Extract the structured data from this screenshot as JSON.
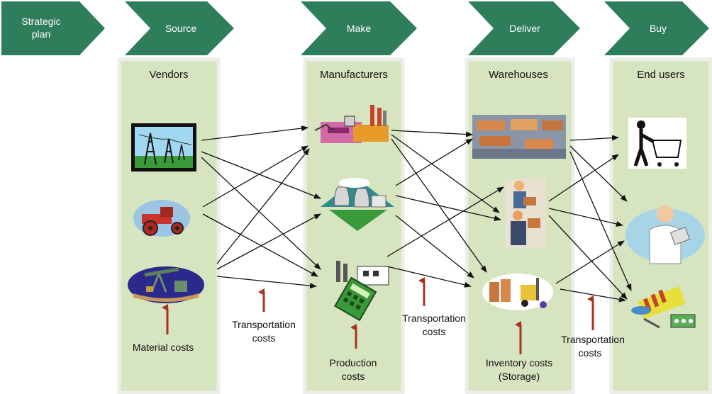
{
  "colors": {
    "chevron_fill": "#2e7d5b",
    "column_fill": "#d6e5c0",
    "column_border": "#e8ece4",
    "arrow": "#111111",
    "cost_arrow": "#a83220"
  },
  "stages": [
    {
      "label_lines": [
        "Strategic",
        "plan"
      ]
    },
    {
      "label_lines": [
        "Source"
      ]
    },
    {
      "label_lines": [
        "Make"
      ]
    },
    {
      "label_lines": [
        "Deliver"
      ]
    },
    {
      "label_lines": [
        "Buy"
      ]
    }
  ],
  "columns": [
    {
      "title": "Vendors",
      "items": [
        "power-lines-icon",
        "tractor-icon",
        "oil-pump-icon"
      ]
    },
    {
      "title": "Manufacturers",
      "items": [
        "industrial-factory-icon",
        "power-plant-icon",
        "factory-calculator-icon"
      ]
    },
    {
      "title": "Warehouses",
      "items": [
        "warehouse-shelves-icon",
        "workers-carrying-boxes-icon",
        "forklift-boxes-icon"
      ]
    },
    {
      "title": "End users",
      "items": [
        "shopping-cart-person-icon",
        "doctor-icon",
        "medicine-supplies-icon"
      ]
    }
  ],
  "cost_labels": [
    {
      "lines": [
        "Material costs"
      ]
    },
    {
      "lines": [
        "Transportation",
        "costs"
      ]
    },
    {
      "lines": [
        "Production",
        "costs"
      ]
    },
    {
      "lines": [
        "Transportation",
        "costs"
      ]
    },
    {
      "lines": [
        "Inventory costs",
        "(Storage)"
      ]
    },
    {
      "lines": [
        "Transportation",
        "costs"
      ]
    }
  ]
}
